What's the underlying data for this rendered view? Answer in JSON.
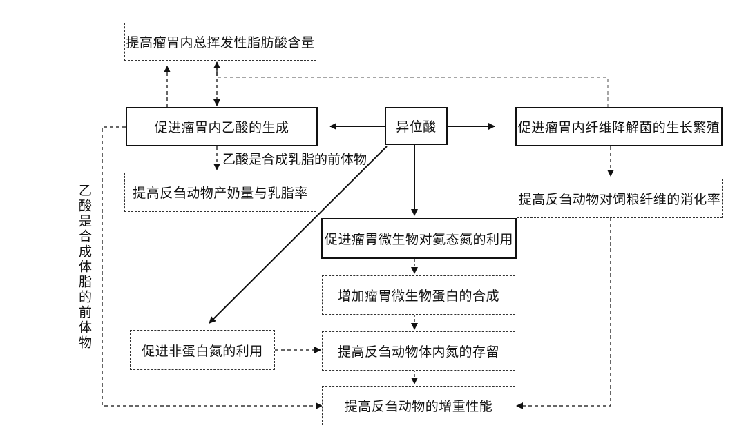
{
  "nodes": {
    "top_vfa": "提高瘤胃内总挥发性脂肪酸含量",
    "acetate": "促进瘤胃内乙酸的生成",
    "center": "异位酸",
    "fiber_bacteria": "促进瘤胃内纤维降解菌的生长繁殖",
    "milk": "提高反刍动物产奶量与乳脂率",
    "fiber_digest": "提高反刍动物对饲粮纤维的消化率",
    "ammonia": "促进瘤胃微生物对氨态氮的利用",
    "protein_synth": "增加瘤胃微生物蛋白的合成",
    "npn": "促进非蛋白氮的利用",
    "n_retention": "提高反刍动物体内氮的存留",
    "weight_gain": "提高反刍动物的增重性能"
  },
  "labels": {
    "milk_fat_precursor": "乙酸是合成乳脂的前体物",
    "body_fat_precursor": "乙酸是合成体脂的前体物"
  },
  "colors": {
    "line": "#111111",
    "dashed_line": "#333333",
    "light_dashed": "#888888"
  }
}
